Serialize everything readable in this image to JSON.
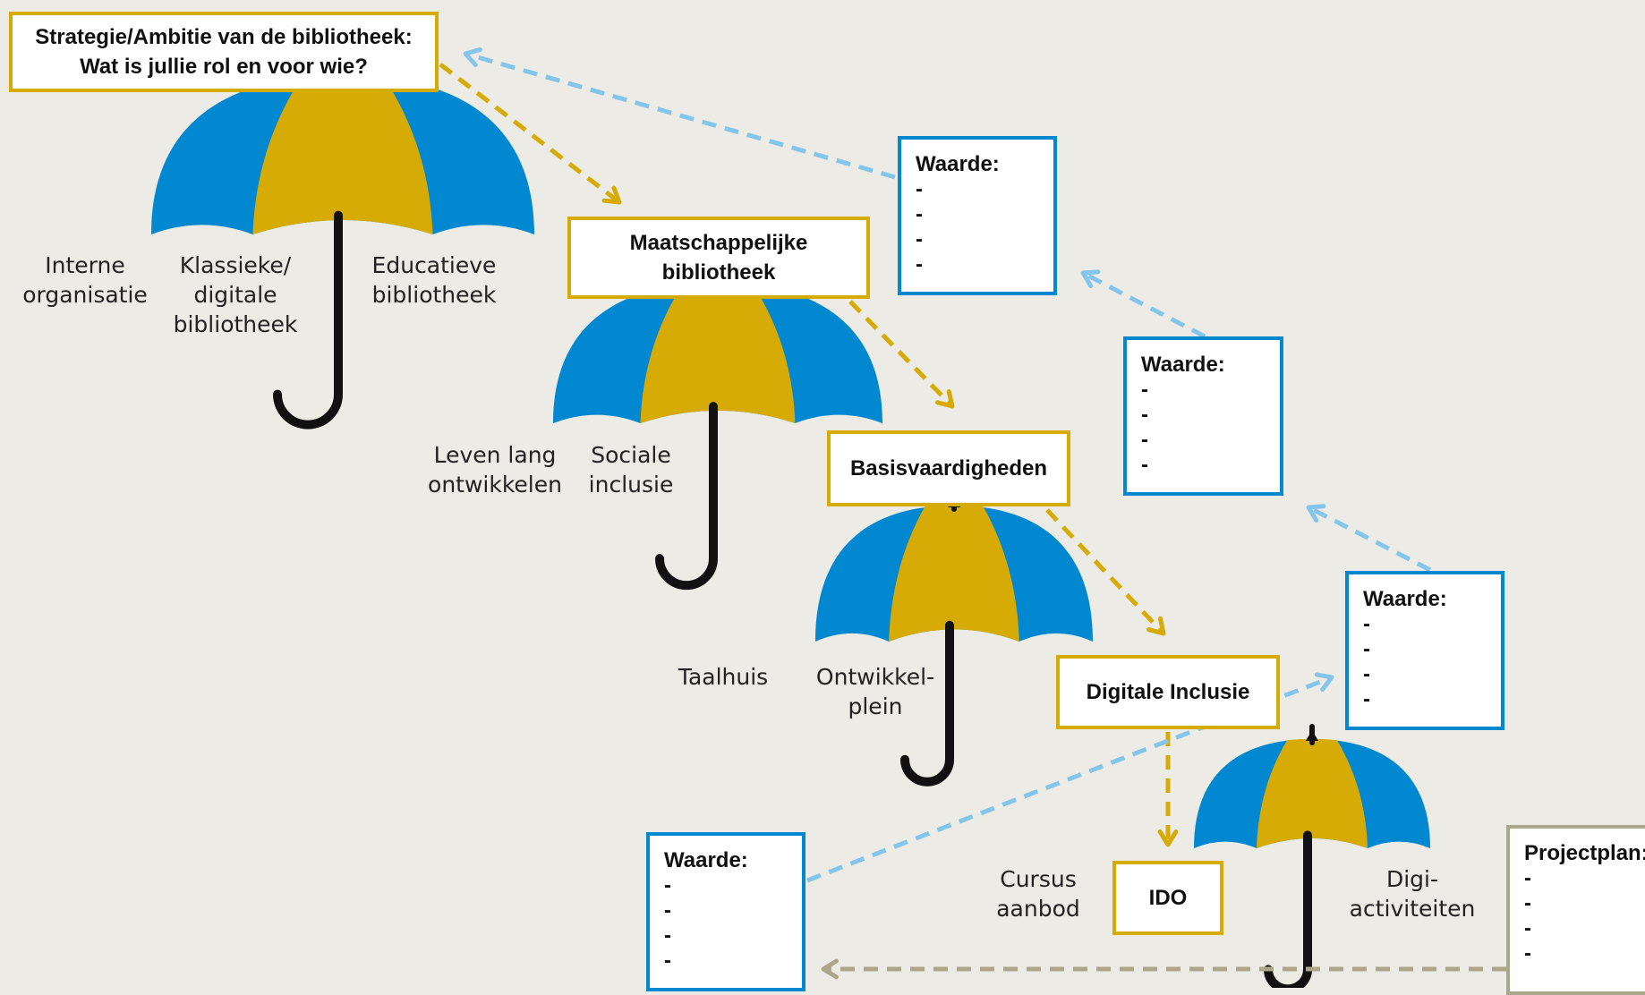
{
  "colors": {
    "blue": "#0288d1",
    "gold": "#d7ab05",
    "handle": "#111111",
    "blue_arrow": "#86c5ea",
    "gold_arrow": "#d7ab05",
    "tan_arrow": "#aca68b",
    "background": "#ecebe6"
  },
  "boxes": {
    "strategy": "Strategie/Ambitie van de bibliotheek:\nWat is jullie rol en voor wie?",
    "maatschappelijke": "Maatschappelijke\nbibliotheek",
    "basisvaardigheden": "Basisvaardigheden",
    "digitale_inclusie": "Digitale Inclusie",
    "ido": "IDO"
  },
  "value_boxes": [
    {
      "title": "Waarde:",
      "lines": [
        "-",
        "-",
        "-",
        "-"
      ]
    },
    {
      "title": "Waarde:",
      "lines": [
        "-",
        "-",
        "-",
        "-"
      ]
    },
    {
      "title": "Waarde:",
      "lines": [
        "-",
        "-",
        "-",
        "-"
      ]
    },
    {
      "title": "Waarde:",
      "lines": [
        "-",
        "-",
        "-",
        "-"
      ]
    }
  ],
  "project_box": {
    "title": "Projectplan:",
    "lines": [
      "-",
      "-",
      "-",
      "-"
    ]
  },
  "labels": {
    "u1_left": "Interne\norganisatie",
    "u1_mid": "Klassieke/\ndigitale\nbibliotheek",
    "u1_right": "Educatieve\nbibliotheek",
    "u2_left": "Leven lang\nontwikkelen",
    "u2_mid": "Sociale\ninclusie",
    "u3_left": "Taalhuis",
    "u3_mid": "Ontwikkel-\nplein",
    "u4_left": "Cursus\naanbod",
    "u4_right": "Digi-\nactiviteiten"
  }
}
